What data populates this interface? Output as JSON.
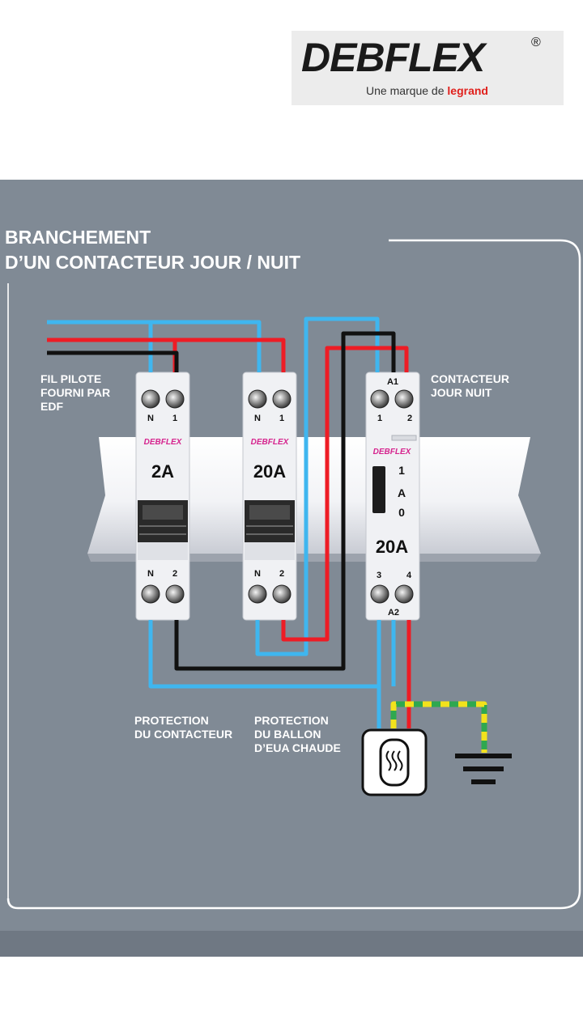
{
  "logo": {
    "brand": "DEBFLEX",
    "registered": "®",
    "tagline_prefix": "Une marque de",
    "tagline_brand": "legrand"
  },
  "title": {
    "line1": "BRANCHEMENT",
    "line2": "D’UN CONTACTEUR JOUR / NUIT"
  },
  "labels": {
    "fil_pilote": [
      "FIL PILOTE",
      "FOURNI PAR",
      "EDF"
    ],
    "contacteur": [
      "CONTACTEUR",
      "JOUR NUIT"
    ],
    "protection_contacteur": [
      "PROTECTION",
      "DU CONTACTEUR"
    ],
    "protection_ballon": [
      "PROTECTION",
      "DU BALLON",
      "D’EUA CHAUDE"
    ]
  },
  "breaker1": {
    "brand": "DEBFLEX",
    "rating": "2A",
    "top_left": "N",
    "top_right": "1",
    "bottom_left": "N",
    "bottom_right": "2"
  },
  "breaker2": {
    "brand": "DEBFLEX",
    "rating": "20A",
    "top_left": "N",
    "top_right": "1",
    "bottom_left": "N",
    "bottom_right": "2"
  },
  "contactor": {
    "brand": "DEBFLEX",
    "rating": "20A",
    "coil_top": "A1",
    "coil_bottom": "A2",
    "top_left": "1",
    "top_right": "2",
    "bottom_left": "3",
    "bottom_right": "4",
    "switch_1": "1",
    "switch_a": "A",
    "switch_0": "0"
  },
  "colors": {
    "panel": "#808a95",
    "neutral_wire": "#3fb6ef",
    "phase_wire": "#ee1c25",
    "pilot_wire": "#111111",
    "earth_green": "#2fa84f",
    "earth_yellow": "#f2e21c",
    "brand_magenta": "#d6248e"
  }
}
